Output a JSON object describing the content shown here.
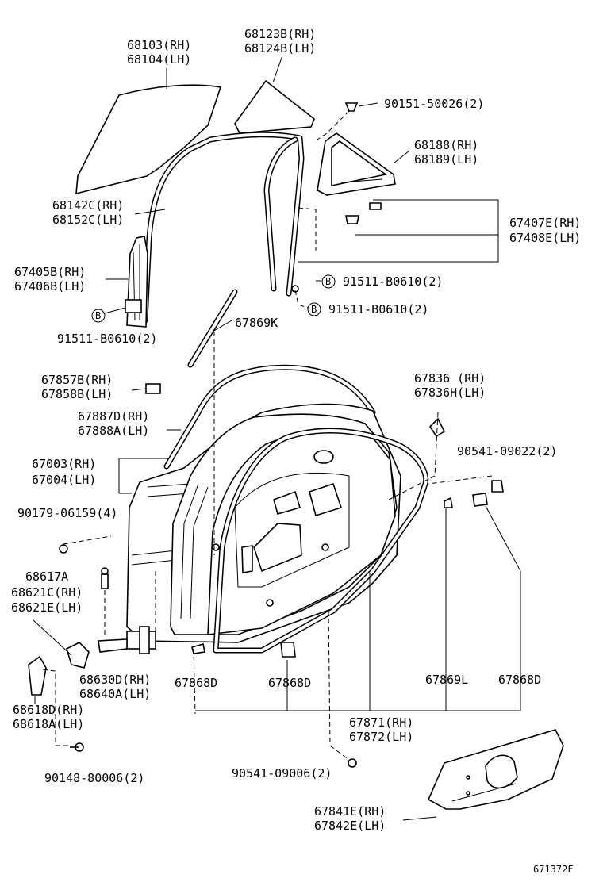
{
  "diagram_code": "671372F",
  "labels": {
    "l68103": "68103(RH)",
    "l68104": "68104(LH)",
    "l68123B": "68123B(RH)",
    "l68124B": "68124B(LH)",
    "l90151": "90151-50026(2)",
    "l68188": "68188(RH)",
    "l68189": "68189(LH)",
    "l68142C": "68142C(RH)",
    "l68152C": "68152C(LH)",
    "l67407E": "67407E(RH)",
    "l67408E": "67408E(LH)",
    "l67405B": "67405B(RH)",
    "l67406B": "67406B(LH)",
    "l91511a": "91511-B0610(2)",
    "l91511b": "91511-B0610(2)",
    "l91511c": "91511-B0610(2)",
    "l67869K": "67869K",
    "l67857B": "67857B(RH)",
    "l67858B": "67858B(LH)",
    "l67836": "67836 (RH)",
    "l67836H": "67836H(LH)",
    "l67887D": "67887D(RH)",
    "l67888A": "67888A(LH)",
    "l90541a": "90541-09022(2)",
    "l67003": "67003(RH)",
    "l67004": "67004(LH)",
    "l90179": "90179-06159(4)",
    "l68617A": "68617A",
    "l68621C": "68621C(RH)",
    "l68621E": "68621E(LH)",
    "l68630D": "68630D(RH)",
    "l68640A": "68640A(LH)",
    "l67868Da": "67868D",
    "l67868Db": "67868D",
    "l67869L": "67869L",
    "l67868Dc": "67868D",
    "l68618D": "68618D(RH)",
    "l68618A": "68618A(LH)",
    "l67871": "67871(RH)",
    "l67872": "67872(LH)",
    "l90148": "90148-80006(2)",
    "l90541b": "90541-09006(2)",
    "l67841E": "67841E(RH)",
    "l67842E": "67842E(LH)"
  },
  "markers": {
    "b1": "B",
    "b2": "B",
    "b3": "B"
  }
}
